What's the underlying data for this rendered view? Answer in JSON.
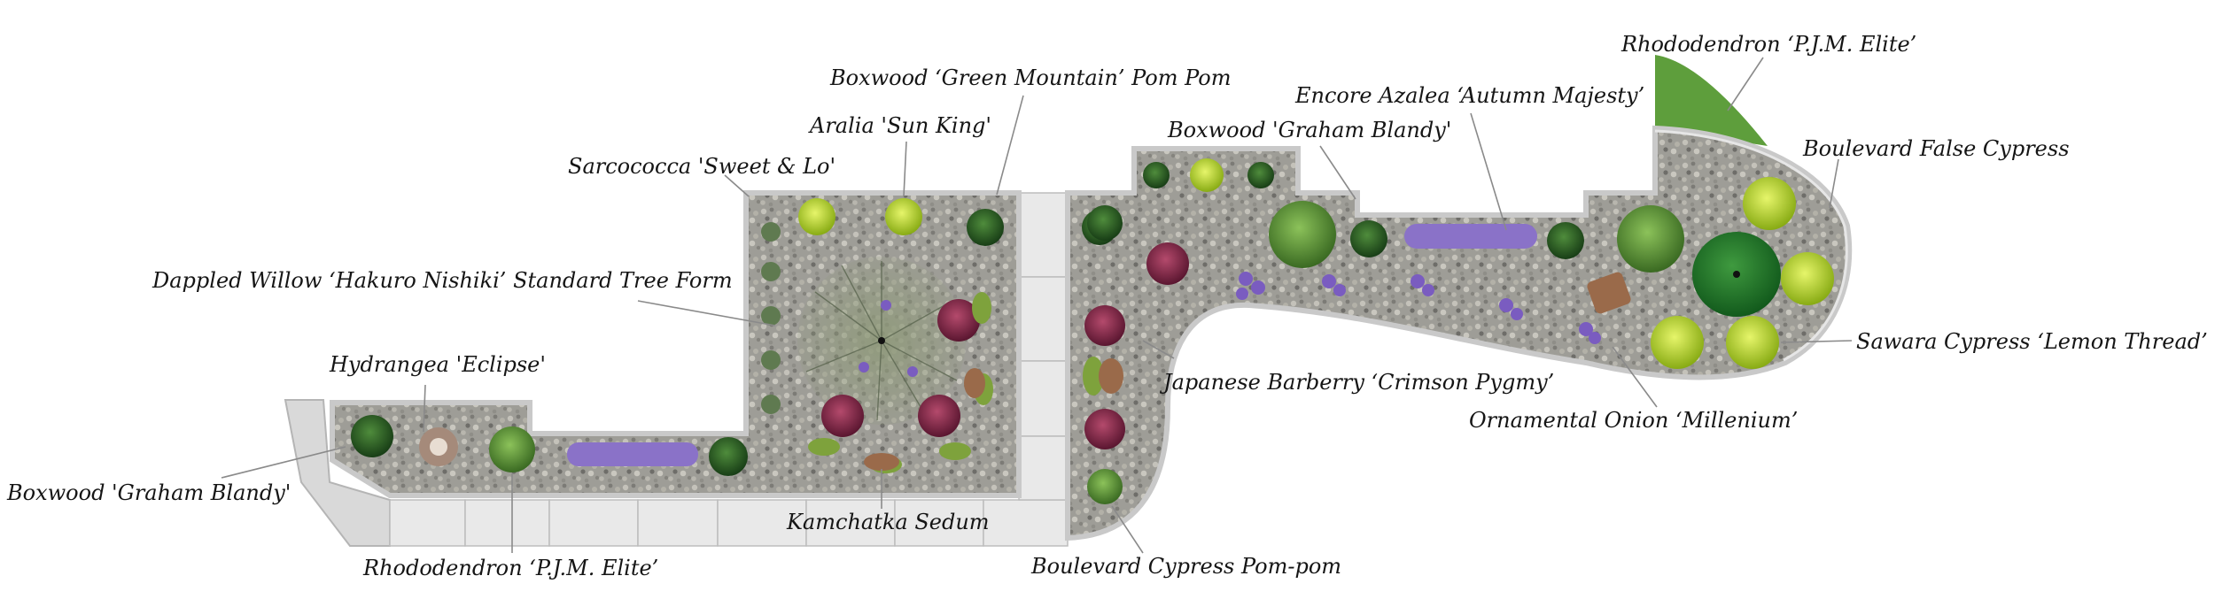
{
  "labels": {
    "boxwood_green_mountain": "Boxwood ‘Green Mountain’ Pom Pom",
    "aralia_sun_king": "Aralia 'Sun King'",
    "sarcococca": "Sarcococca 'Sweet & Lo'",
    "dappled_willow": "Dappled Willow ‘Hakuro Nishiki’ Standard Tree Form",
    "hydrangea_eclipse": "Hydrangea 'Eclipse'",
    "boxwood_graham_blandy_left": "Boxwood 'Graham Blandy'",
    "rhododendron_pjm_bottom": "Rhododendron ‘P.J.M. Elite’",
    "kamchatka_sedum": "Kamchatka Sedum",
    "boulevard_pompom": "Boulevard Cypress Pom-pom",
    "japanese_barberry": "Japanese Barberry ‘Crimson Pygmy’",
    "ornamental_onion": "Ornamental Onion ‘Millenium’",
    "sawara_cypress": "Sawara Cypress ‘Lemon Thread’",
    "boulevard_false_cypress": "Boulevard False Cypress",
    "rhododendron_pjm_top": "Rhododendron ‘P.J.M. Elite’",
    "encore_azalea": "Encore Azalea ‘Autumn Majesty’",
    "boxwood_graham_blandy_mid": "Boxwood 'Graham Blandy'"
  },
  "colors": {
    "gravel": "#9b9a94",
    "lawn": "#5e9e3c",
    "boxwood": "#2f6a2a",
    "chartreuse": "#bada2c",
    "barberry": "#8b2a4a",
    "sedum": "#7a9a3a",
    "azalea": "#8a72c8",
    "onion": "#7a5cc0",
    "rhododendron": "#5a8f3a"
  }
}
